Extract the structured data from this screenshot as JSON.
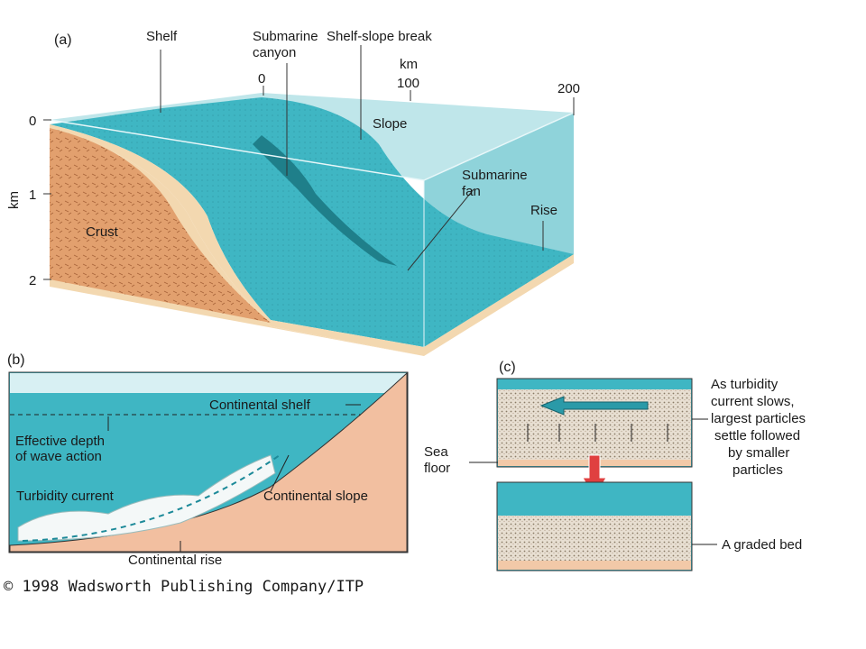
{
  "panel_a": {
    "label": "(a)",
    "shelf": "Shelf",
    "canyon_line1": "Submarine",
    "canyon_line2": "canyon",
    "shelf_slope_break": "Shelf-slope break",
    "x_unit": "km",
    "x_ticks": [
      "0",
      "100",
      "200"
    ],
    "y_unit": "km",
    "y_ticks": [
      "0",
      "1",
      "2"
    ],
    "slope": "Slope",
    "fan_line1": "Submarine",
    "fan_line2": "fan",
    "rise": "Rise",
    "crust": "Crust"
  },
  "panel_b": {
    "label": "(b)",
    "continental_shelf": "Continental shelf",
    "wave_line1": "Effective depth",
    "wave_line2": "of wave action",
    "turbidity_current": "Turbidity current",
    "continental_slope": "Continental slope",
    "continental_rise": "Continental rise"
  },
  "panel_c": {
    "label": "(c)",
    "note_lines": [
      "As turbidity",
      "current slows,",
      "largest particles",
      "settle followed",
      "by smaller",
      "particles"
    ],
    "sea_floor_line1": "Sea",
    "sea_floor_line2": "floor",
    "graded_bed": "A graded bed"
  },
  "copyright": "© 1998 Wadsworth Publishing Company/ITP",
  "colors": {
    "water": "#3fb6c3",
    "water_light": "#a8dde2",
    "crust": "#e2a06e",
    "sediment": "#f3d8b0",
    "sky": "#d8f0f3"
  }
}
